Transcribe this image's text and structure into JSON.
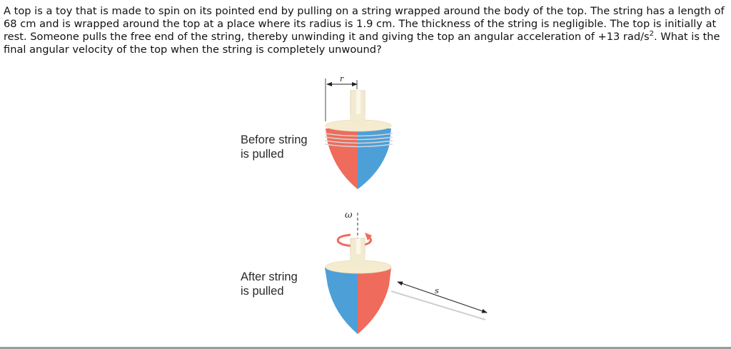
{
  "problem": {
    "text": "A top is a toy that is made to spin on its pointed end by pulling on a string wrapped around the body of the top. The string has a length of 68 cm and is wrapped around the top at a place where its radius is 1.9 cm. The thickness of the string is negligible. The top is initially at rest. Someone pulls the free end of the string, thereby unwinding it and giving the top an angular acceleration of +13 rad/s",
    "exponent": "2",
    "text_end": ". What is the final angular velocity of the top when the string is completely unwound?"
  },
  "figure": {
    "before": {
      "caption_line1": "Before string",
      "caption_line2": "is pulled",
      "radius_label": "r"
    },
    "after": {
      "caption_line1": "After string",
      "caption_line2": "is pulled",
      "omega_label": "ω",
      "string_label": "s"
    }
  },
  "colors": {
    "red": "#ef6b5b",
    "blue": "#4d9fd8",
    "cream": "#f5ecd0",
    "string": "#cfcfcf"
  }
}
